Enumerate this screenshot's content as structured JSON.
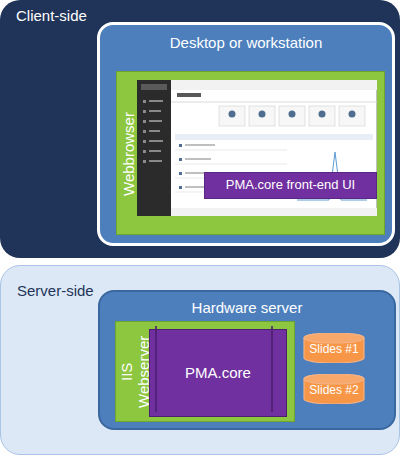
{
  "diagram": {
    "nodes": [
      {
        "text": [
          "Client-side"
        ]
      },
      {
        "text": [
          "Desktop or workstation"
        ],
        "in": 0
      },
      {
        "text": [
          "Webbrowser"
        ],
        "in": 1
      },
      {
        "text": [
          "PMA.core front-end UI"
        ],
        "in": 2
      },
      {
        "text": [
          "Server-side"
        ]
      },
      {
        "text": [
          "Hardware server"
        ],
        "in": 4
      },
      {
        "text": [
          "IIS Webserver"
        ],
        "in": 5
      },
      {
        "text": [
          "PMA.core"
        ],
        "in": 6
      },
      {
        "text": [
          "Slides #1"
        ],
        "in": 5
      },
      {
        "text": [
          "Slides #2"
        ],
        "in": 5
      }
    ]
  }
}
